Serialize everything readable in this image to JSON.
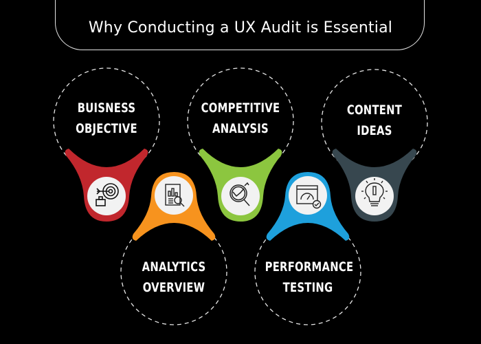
{
  "title": "Why Conducting a UX Audit is Essential",
  "colors": {
    "background": "#000000",
    "business": "#c1272d",
    "analytics": "#f7931e",
    "competitive": "#8cc63f",
    "performance": "#1ea0dc",
    "content": "#37474f",
    "icon_circle": "#f2f2f2"
  },
  "items": [
    {
      "line1": "BUISNESS",
      "line2": "OBJECTIVE",
      "icon": "target-briefcase-icon"
    },
    {
      "line1": "ANALYTICS",
      "line2": "OVERVIEW",
      "icon": "report-magnifier-icon"
    },
    {
      "line1": "COMPETITIVE",
      "line2": "ANALYSIS",
      "icon": "magnifier-chart-icon"
    },
    {
      "line1": "PERFORMANCE",
      "line2": "TESTING",
      "icon": "browser-speedometer-icon"
    },
    {
      "line1": "CONTENT",
      "line2": "IDEAS",
      "icon": "lightbulb-icon"
    }
  ]
}
